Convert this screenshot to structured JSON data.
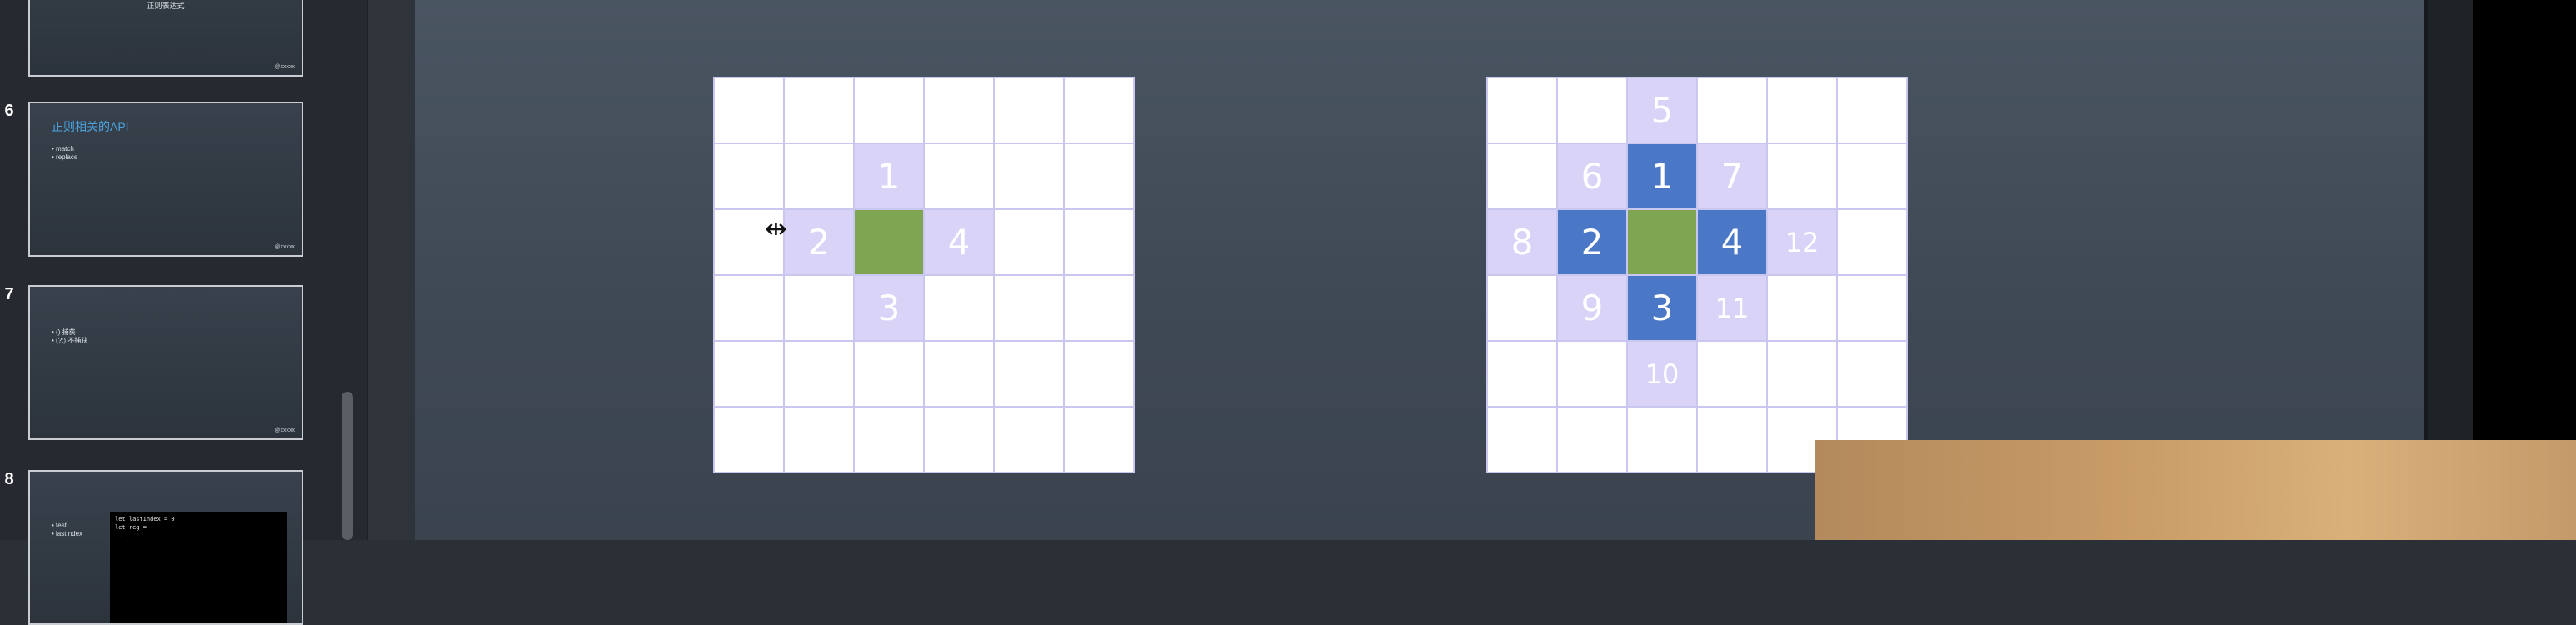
{
  "sidebar": {
    "slides": [
      {
        "number": "",
        "title": "正则表达式",
        "bullets": [],
        "logo": "@xxxxx"
      },
      {
        "number": "6",
        "title": "正则相关的API",
        "bullets": [
          "• match",
          "• replace"
        ],
        "logo": "@xxxxx"
      },
      {
        "number": "7",
        "title": "",
        "bullets": [
          "• () 捕获",
          "• (?:) 不捕获"
        ],
        "logo": "@xxxxx"
      },
      {
        "number": "8",
        "title": "",
        "bullets": [
          "• test",
          "• lastIndex"
        ],
        "code": "let lastIndex = 0\nlet reg =\n..."
      }
    ]
  },
  "grid_left": {
    "rows": [
      [
        {
          "t": "",
          "s": "white"
        },
        {
          "t": "",
          "s": "white"
        },
        {
          "t": "",
          "s": "white"
        },
        {
          "t": "",
          "s": "white"
        },
        {
          "t": "",
          "s": "white"
        },
        {
          "t": "",
          "s": "white"
        }
      ],
      [
        {
          "t": "",
          "s": "white"
        },
        {
          "t": "",
          "s": "white"
        },
        {
          "t": "1",
          "s": "light"
        },
        {
          "t": "",
          "s": "white"
        },
        {
          "t": "",
          "s": "white"
        },
        {
          "t": "",
          "s": "white"
        }
      ],
      [
        {
          "t": "",
          "s": "white"
        },
        {
          "t": "2",
          "s": "light"
        },
        {
          "t": "",
          "s": "green"
        },
        {
          "t": "4",
          "s": "light"
        },
        {
          "t": "",
          "s": "white"
        },
        {
          "t": "",
          "s": "white"
        }
      ],
      [
        {
          "t": "",
          "s": "white"
        },
        {
          "t": "",
          "s": "white"
        },
        {
          "t": "3",
          "s": "light"
        },
        {
          "t": "",
          "s": "white"
        },
        {
          "t": "",
          "s": "white"
        },
        {
          "t": "",
          "s": "white"
        }
      ],
      [
        {
          "t": "",
          "s": "white"
        },
        {
          "t": "",
          "s": "white"
        },
        {
          "t": "",
          "s": "white"
        },
        {
          "t": "",
          "s": "white"
        },
        {
          "t": "",
          "s": "white"
        },
        {
          "t": "",
          "s": "white"
        }
      ],
      [
        {
          "t": "",
          "s": "white"
        },
        {
          "t": "",
          "s": "white"
        },
        {
          "t": "",
          "s": "white"
        },
        {
          "t": "",
          "s": "white"
        },
        {
          "t": "",
          "s": "white"
        },
        {
          "t": "",
          "s": "white"
        }
      ]
    ]
  },
  "grid_right": {
    "rows": [
      [
        {
          "t": "",
          "s": "white"
        },
        {
          "t": "",
          "s": "white"
        },
        {
          "t": "5",
          "s": "light"
        },
        {
          "t": "",
          "s": "white"
        },
        {
          "t": "",
          "s": "white"
        },
        {
          "t": "",
          "s": "white"
        }
      ],
      [
        {
          "t": "",
          "s": "white"
        },
        {
          "t": "6",
          "s": "light"
        },
        {
          "t": "1",
          "s": "blue"
        },
        {
          "t": "7",
          "s": "light"
        },
        {
          "t": "",
          "s": "white"
        },
        {
          "t": "",
          "s": "white"
        }
      ],
      [
        {
          "t": "8",
          "s": "light"
        },
        {
          "t": "2",
          "s": "blue"
        },
        {
          "t": "",
          "s": "green"
        },
        {
          "t": "4",
          "s": "blue"
        },
        {
          "t": "12",
          "s": "light small"
        },
        {
          "t": "",
          "s": "white"
        }
      ],
      [
        {
          "t": "",
          "s": "white"
        },
        {
          "t": "9",
          "s": "light"
        },
        {
          "t": "3",
          "s": "blue"
        },
        {
          "t": "11",
          "s": "light small"
        },
        {
          "t": "",
          "s": "white"
        },
        {
          "t": "",
          "s": "white"
        }
      ],
      [
        {
          "t": "",
          "s": "white"
        },
        {
          "t": "",
          "s": "white"
        },
        {
          "t": "10",
          "s": "light small"
        },
        {
          "t": "",
          "s": "white"
        },
        {
          "t": "",
          "s": "white"
        },
        {
          "t": "",
          "s": "white"
        }
      ],
      [
        {
          "t": "",
          "s": "white"
        },
        {
          "t": "",
          "s": "white"
        },
        {
          "t": "",
          "s": "white"
        },
        {
          "t": "",
          "s": "white"
        },
        {
          "t": "",
          "s": "white"
        },
        {
          "t": "",
          "s": "white"
        }
      ]
    ]
  },
  "colors": {
    "light_cell": "#d9d3f7",
    "blue_cell": "#4a78c6",
    "center_cell": "#7fa452",
    "grid_line": "#c9c7f0"
  },
  "icons": {
    "cursor": "resize-cursor-icon"
  }
}
